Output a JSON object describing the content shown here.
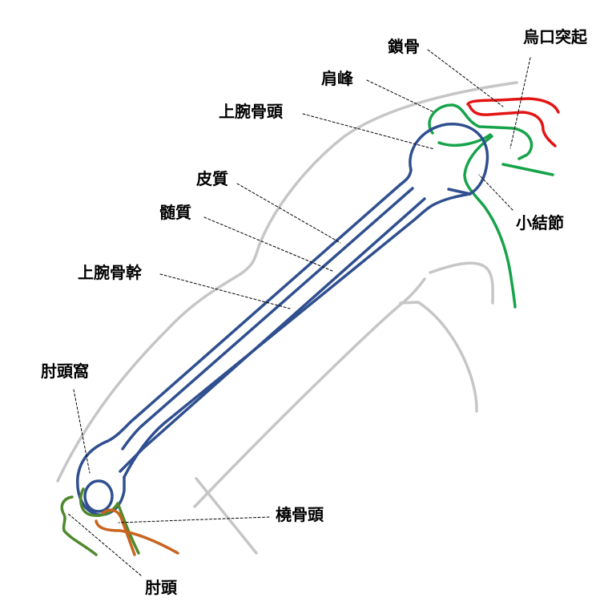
{
  "labels": {
    "clavicle": "鎖骨",
    "coracoid_process": "烏口突起",
    "acromion": "肩峰",
    "humeral_head": "上腕骨頭",
    "cortex": "皮質",
    "medulla": "髄質",
    "lesser_tubercle": "小結節",
    "humeral_shaft": "上腕骨幹",
    "olecranon_fossa": "肘頭窩",
    "radial_head": "橈骨頭",
    "olecranon": "肘頭"
  },
  "colors": {
    "body_outline": "#c6c6c6",
    "humerus": "#2f4f8f",
    "scapula": "#17a34a",
    "coracoid": "#e31414",
    "radius": "#c8641e",
    "ulna": "#4e8a2c",
    "leader": "#000000",
    "label": "#000000"
  }
}
